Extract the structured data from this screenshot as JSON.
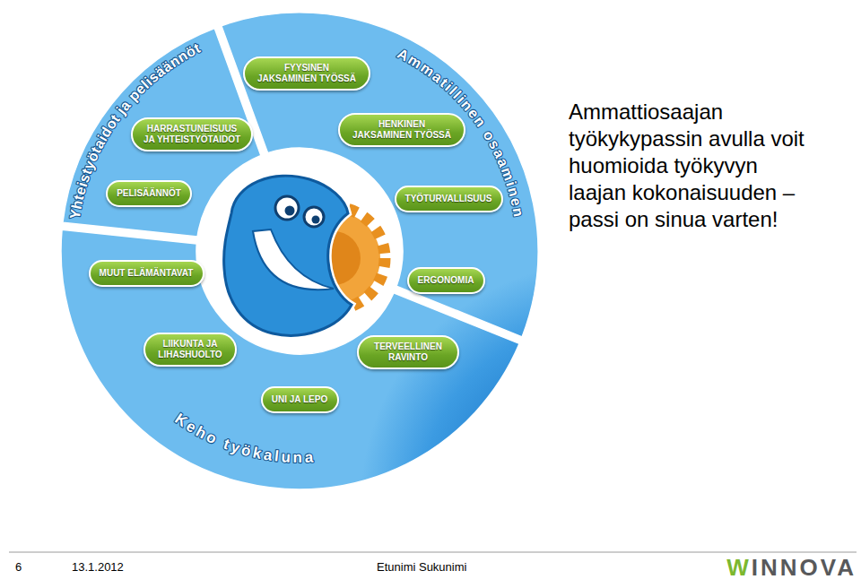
{
  "diagram": {
    "nodes": [
      {
        "text": [
          "Yhteistyötaidot ja pelisäännöt"
        ]
      },
      {
        "text": [
          "HARRASTUNEISUUS JA YHTEISTYÖTAIDOT"
        ],
        "in": 0
      },
      {
        "text": [
          "PELISÄÄNNÖT"
        ],
        "in": 0
      },
      {
        "text": [
          "Ammatillinen osaaminen"
        ]
      },
      {
        "text": [
          "FYYSINEN JAKSAMINEN TYÖSSÄ"
        ],
        "in": 3
      },
      {
        "text": [
          "HENKINEN JAKSAMINEN TYÖSSÄ"
        ],
        "in": 3
      },
      {
        "text": [
          "TYÖTURVALLISUUS"
        ],
        "in": 3
      },
      {
        "text": [
          "ERGONOMIA"
        ],
        "in": 3
      },
      {
        "text": [
          "Keho työkaluna"
        ]
      },
      {
        "text": [
          "MUUT ELÄMÄNTAVAT"
        ],
        "in": 8
      },
      {
        "text": [
          "LIIKUNTA JA LIHASHUOLTO"
        ],
        "in": 8
      },
      {
        "text": [
          "TERVEELLINEN RAVINTO"
        ],
        "in": 8
      },
      {
        "text": [
          "UNI JA LEPO"
        ],
        "in": 8
      }
    ],
    "labels": [
      "Ammattiosaajan työkykypassin avulla voit huomioida työkyvyn laajan kokonaisuuden – passi on sinua varten!",
      "6",
      "13.1.2012",
      "Etunimi Sukunimi",
      "WINNOVA"
    ]
  }
}
